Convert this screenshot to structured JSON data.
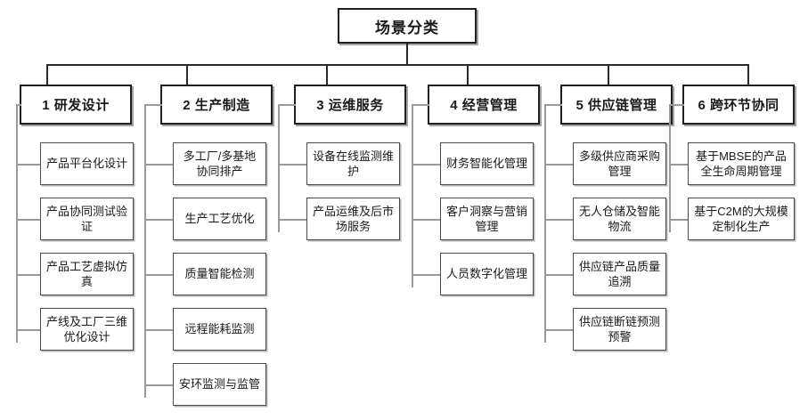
{
  "diagram": {
    "type": "organizational-tree",
    "title": "场景分类",
    "root": {
      "label": "场景分类"
    },
    "categories": [
      {
        "index": "1",
        "number": "1",
        "name": "研发设计",
        "label": "1 研发设计",
        "items": [
          {
            "label": "产品平台化设计"
          },
          {
            "label": "产品协同测试验证"
          },
          {
            "label": "产品工艺虚拟仿真"
          },
          {
            "label": "产线及工厂三维优化设计"
          }
        ]
      },
      {
        "index": "2",
        "number": "2",
        "name": "生产制造",
        "label": "2 生产制造",
        "items": [
          {
            "label": "多工厂/多基地协同排产"
          },
          {
            "label": "生产工艺优化"
          },
          {
            "label": "质量智能检测"
          },
          {
            "label": "远程能耗监测"
          },
          {
            "label": "安环监测与监管"
          }
        ]
      },
      {
        "index": "3",
        "number": "3",
        "name": "运维服务",
        "label": "3 运维服务",
        "items": [
          {
            "label": "设备在线监测维护"
          },
          {
            "label": "产品运维及后市场服务"
          }
        ]
      },
      {
        "index": "4",
        "number": "4",
        "name": "经营管理",
        "label": "4 经营管理",
        "items": [
          {
            "label": "财务智能化管理"
          },
          {
            "label": "客户洞察与营销管理"
          },
          {
            "label": "人员数字化管理"
          }
        ]
      },
      {
        "index": "5",
        "number": "5",
        "name": "供应链管理",
        "label": "5 供应链管理",
        "items": [
          {
            "label": "多级供应商采购管理"
          },
          {
            "label": "无人仓储及智能物流"
          },
          {
            "label": "供应链产品质量追溯"
          },
          {
            "label": "供应链断链预测预警"
          }
        ]
      },
      {
        "index": "6",
        "number": "6",
        "name": "跨环节协同",
        "label": "6 跨环节协同",
        "items": [
          {
            "label": "基于MBSE的产品全生命周期管理"
          },
          {
            "label": "基于C2M的大规模定制化生产"
          }
        ]
      }
    ],
    "colors": {
      "background": "#ffffff",
      "box_border": "#1f1f1f",
      "leaf_border": "#4a4a4a",
      "connector": "#9a9a9a",
      "text": "#1a1a1a"
    }
  }
}
